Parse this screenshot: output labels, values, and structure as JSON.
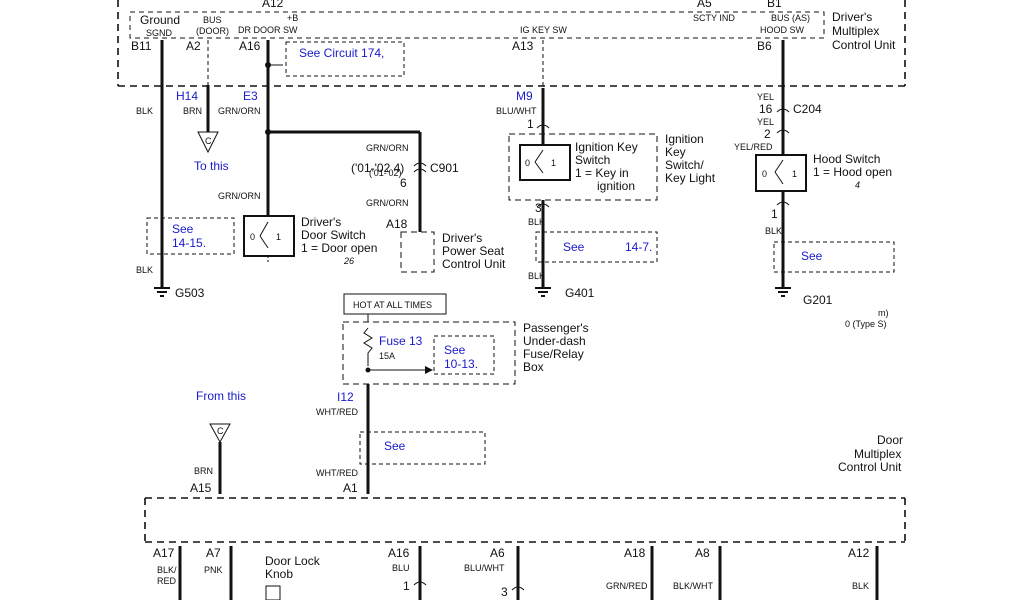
{
  "dmcu": {
    "title": [
      "Driver's",
      "Multiplex",
      "Control Unit"
    ],
    "ground_top": "Ground",
    "ground_sub": "SGND",
    "bus_door": [
      "BUS",
      "(DOOR)"
    ],
    "a12_top": "A12",
    "plus_b": "+B",
    "dr_door_sw": "DR DOOR SW",
    "a5": "A5",
    "scty_ind": "SCTY IND",
    "b1": "B1",
    "bus_as": "BUS (AS)",
    "hood_sw": "HOOD SW",
    "ig_key_sw": "IG KEY SW",
    "see_circuit": "See Circuit 174,",
    "pins": {
      "b11": "B11",
      "a2": "A2",
      "a16": "A16",
      "a13": "A13",
      "b6": "B6"
    }
  },
  "left": {
    "blk1": "BLK",
    "blk2": "BLK",
    "h14": "H14",
    "brn": "BRN",
    "c": "C",
    "to_this": "To this",
    "e3": "E3",
    "grn_orn_a": "GRN/ORN",
    "grn_orn_b": "GRN/ORN",
    "see": "See",
    "see_ref": "14-15.",
    "door_switch": [
      "Driver's",
      "Door Switch",
      "1 = Door open"
    ],
    "door_fig": "26",
    "sw0": "0",
    "sw1": "1",
    "g503": "G503"
  },
  "seat": {
    "grn_orn_top": "GRN/ORN",
    "years_a": "('01-'02 4)",
    "years_b": "('01-'02)",
    "c901": "C901",
    "pin6": "6",
    "grn_orn_bot": "GRN/ORN",
    "a18": "A18",
    "unit": [
      "Driver's",
      "Power Seat",
      "Control Unit"
    ]
  },
  "ign": {
    "m9": "M9",
    "blu_wht": "BLU/WHT",
    "pin1": "1",
    "title": [
      "Ignition",
      "Key",
      "Switch/",
      "Key Light"
    ],
    "switch": [
      "Ignition Key",
      "Switch",
      "1 = Key in",
      "ignition"
    ],
    "sw0": "0",
    "sw1": "1",
    "pin3": "3",
    "blk1": "BLK",
    "blk2": "BLK",
    "see": "See",
    "see_ref": "14-7.",
    "g401": "G401"
  },
  "hood": {
    "yel1": "YEL",
    "pin16": "16",
    "c204": "C204",
    "yel2": "YEL",
    "pin2": "2",
    "yel_red": "YEL/RED",
    "switch": [
      "Hood Switch",
      "1 = Hood  open"
    ],
    "fig": "4",
    "sw0": "0",
    "sw1": "1",
    "pin1": "1",
    "blk1": "BLK",
    "see": "See",
    "g201": "G201",
    "note_m": "m)",
    "note_type": "0 (Type S)"
  },
  "fuse": {
    "hot": "HOT AT ALL TIMES",
    "name": "Fuse 13",
    "amps": "15A",
    "see": "See",
    "see_ref": "10-13.",
    "box": [
      "Passenger's",
      "Under-dash",
      "Fuse/Relay",
      "Box"
    ],
    "i12": "I12",
    "wht_red1": "WHT/RED",
    "see2": "See",
    "wht_red2": "WHT/RED",
    "a1": "A1"
  },
  "from": {
    "label": "From this",
    "c": "C",
    "brn": "BRN",
    "a15": "A15"
  },
  "door_unit": {
    "title": [
      "Door",
      "Multiplex",
      "Control Unit"
    ],
    "a17": "A17",
    "blk_red": [
      "BLK/",
      "RED"
    ],
    "a7": "A7",
    "pnk": "PNK",
    "knob": [
      "Door Lock",
      "Knob"
    ],
    "a16": "A16",
    "blu": "BLU",
    "pin1": "1",
    "a6": "A6",
    "blu_wht": "BLU/WHT",
    "pin3": "3",
    "a18": "A18",
    "grn_red": "GRN/RED",
    "a8": "A8",
    "blk_wht": "BLK/WHT",
    "a12": "A12",
    "blk": "BLK"
  }
}
